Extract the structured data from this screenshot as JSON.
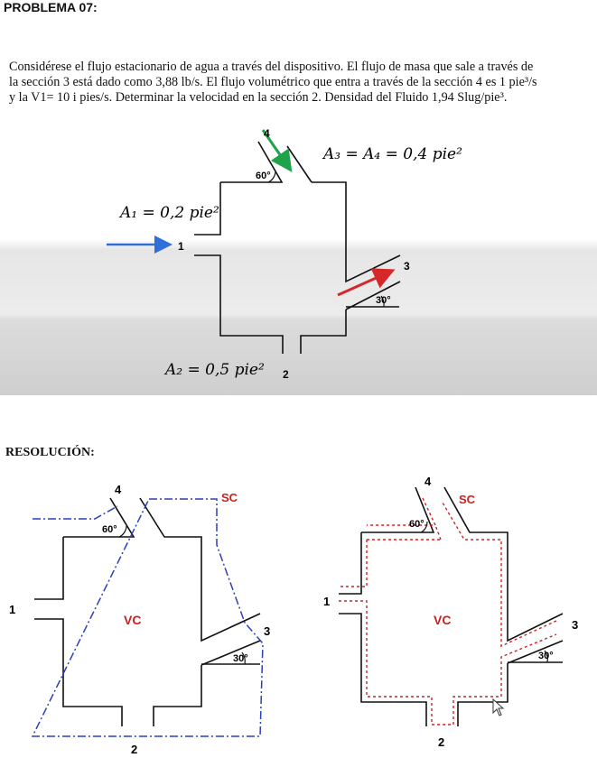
{
  "header": {
    "title": "PROBLEMA 07:"
  },
  "problem": {
    "lines": [
      "Considérese el flujo estacionario de agua a través del dispositivo. El flujo de masa que sale a través de",
      "la sección 3 está dado como 3,88 lb/s. El flujo volumétrico que entra a través de la sección 4 es 1 pie³/s",
      "y la V1= 10 i pies/s. Determinar la velocidad en la sección 2. Densidad del Fluido 1,94 Slug/pie³."
    ]
  },
  "top_diagram": {
    "label_A34": "A₃ = A₄ = 0,4 pie²",
    "label_A1": "A₁ = 0,2 pie²",
    "label_A2": "A₂ = 0,5 pie²",
    "sec_4": "4",
    "sec_1": "1",
    "sec_3": "3",
    "sec_2": "2",
    "angle_60": "60°",
    "angle_30": "30°",
    "arrow_colors": {
      "inlet_1": "#2e6fd8",
      "inlet_4": "#1fa34a",
      "outlet_3": "#d62828"
    }
  },
  "resolution": {
    "title": "RESOLUCIÓN:",
    "left": {
      "sc": "SC",
      "vc": "VC",
      "s1": "1",
      "s2": "2",
      "s3": "3",
      "s4": "4",
      "a60": "60°",
      "a30": "30°"
    },
    "right": {
      "sc": "SC",
      "vc": "VC",
      "s1": "1",
      "s2": "2",
      "s3": "3",
      "s4": "4",
      "a60": "60°",
      "a30": "30°"
    },
    "colors": {
      "sc_left": "#2b3fbf",
      "sc_right": "#d42020",
      "label_red": "#cc1f1f"
    }
  }
}
